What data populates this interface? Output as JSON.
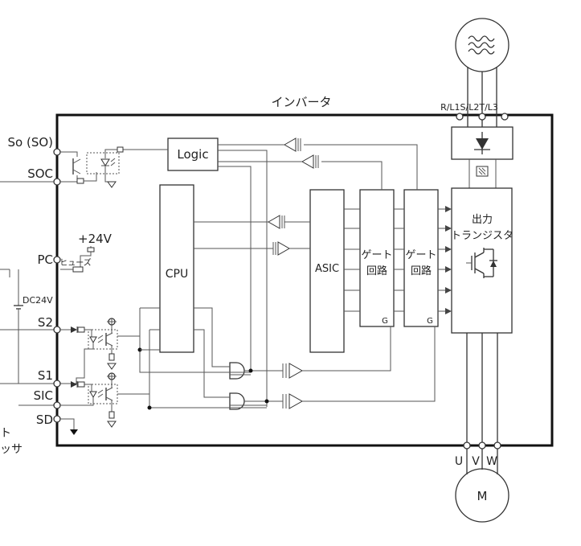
{
  "labels": {
    "inverter": "インバータ",
    "so": "So (SO)",
    "soc": "SOC",
    "pc": "PC",
    "fuse": "ヒューズ",
    "plus24v": "+24V",
    "dc24v": "DC24V",
    "s2": "S2",
    "s1": "S1",
    "sic": "SIC",
    "sd": "SD",
    "left_cut_1": "ト",
    "left_cut_2": "ッサ"
  },
  "blocks": {
    "logic": "Logic",
    "cpu": "CPU",
    "asic": "ASIC",
    "gate1_line1": "ゲート",
    "gate1_line2": "回路",
    "gate1_g": "G",
    "gate2_line1": "ゲート",
    "gate2_line2": "回路",
    "gate2_g": "G",
    "out_line1": "出力",
    "out_line2": "トランジスタ"
  },
  "terminals": {
    "input": "R/L1S/L2T/L3",
    "u": "U",
    "v": "V",
    "w": "W",
    "motor": "M"
  }
}
